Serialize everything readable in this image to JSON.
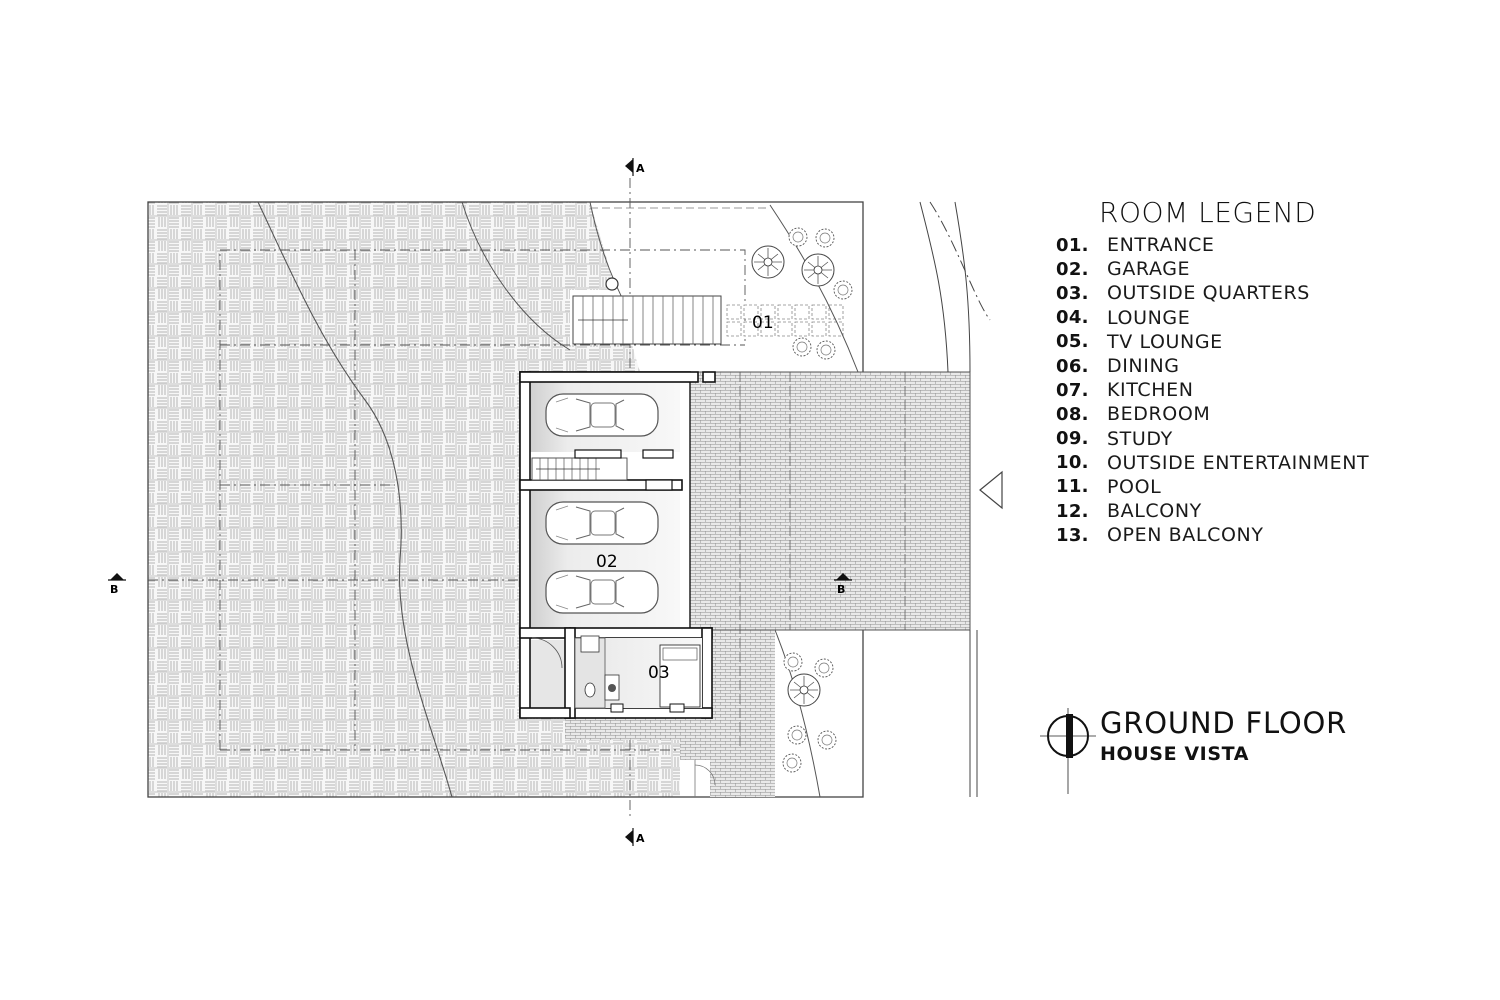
{
  "legend": {
    "title": "ROOM LEGEND",
    "items": [
      {
        "num": "01.",
        "label": "ENTRANCE"
      },
      {
        "num": "02.",
        "label": "GARAGE"
      },
      {
        "num": "03.",
        "label": "OUTSIDE QUARTERS"
      },
      {
        "num": "04.",
        "label": "LOUNGE"
      },
      {
        "num": "05.",
        "label": "TV LOUNGE"
      },
      {
        "num": "06.",
        "label": "DINING"
      },
      {
        "num": "07.",
        "label": "KITCHEN"
      },
      {
        "num": "08.",
        "label": "BEDROOM"
      },
      {
        "num": "09.",
        "label": "STUDY"
      },
      {
        "num": "10.",
        "label": "OUTSIDE ENTERTAINMENT"
      },
      {
        "num": "11.",
        "label": "POOL"
      },
      {
        "num": "12.",
        "label": "BALCONY"
      },
      {
        "num": "13.",
        "label": "OPEN BALCONY"
      }
    ]
  },
  "title_block": {
    "title": "GROUND FLOOR",
    "subtitle": "HOUSE VISTA"
  },
  "plan": {
    "room_tags": {
      "entrance": "01",
      "garage": "02",
      "quarters": "03"
    },
    "section_marks": {
      "a": "A",
      "b": "B"
    }
  }
}
